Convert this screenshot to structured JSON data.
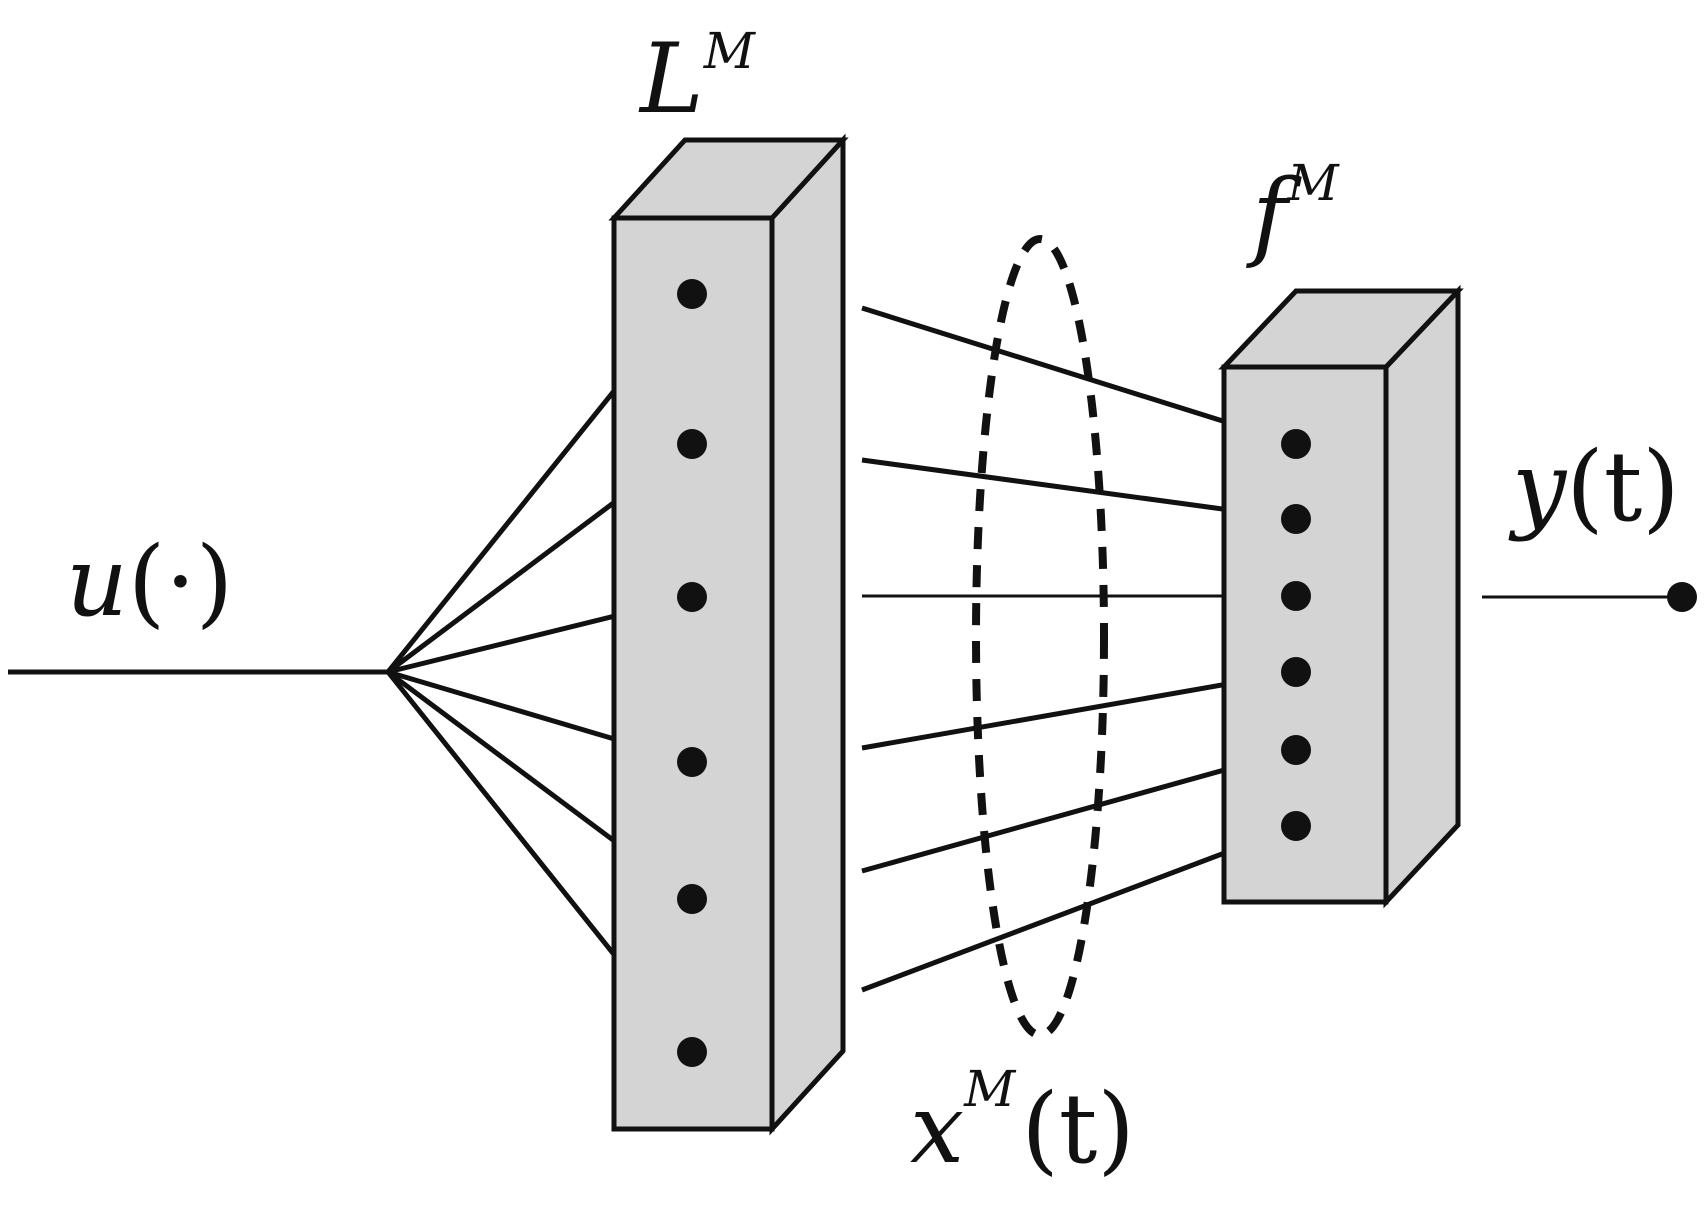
{
  "labels": {
    "input": {
      "base": "u",
      "arg": "(·)"
    },
    "left_block": {
      "base": "L",
      "sup": "M"
    },
    "right_block": {
      "base": "f",
      "sup": "M"
    },
    "state": {
      "base": "x",
      "sup": "M",
      "arg": "(t)"
    },
    "output": {
      "base": "y",
      "arg": "(t)"
    }
  },
  "structure": {
    "left_block_nodes": 6,
    "right_block_nodes": 6,
    "connections": 6
  },
  "colors": {
    "block_fill": "#d4d4d4",
    "stroke": "#111111",
    "background": "#ffffff"
  }
}
